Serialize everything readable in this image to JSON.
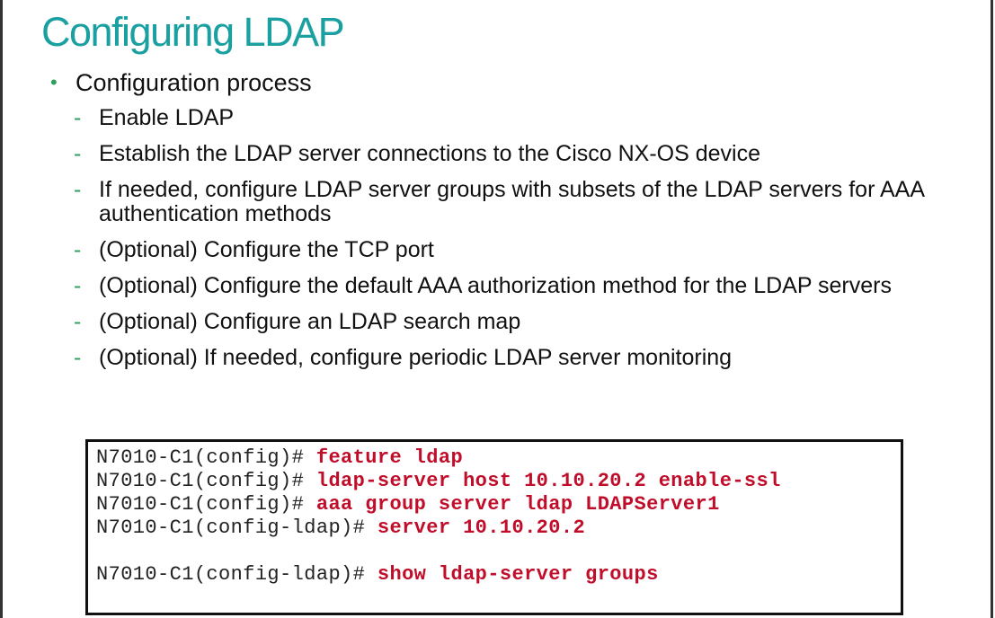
{
  "slide": {
    "title": "Configuring LDAP",
    "bullet": {
      "marker": "•",
      "text": "Configuration process"
    },
    "sub_marker": "-",
    "sub_items": [
      "Enable LDAP",
      "Establish the LDAP server connections to the Cisco NX-OS device",
      "If needed, configure LDAP server groups with subsets of the LDAP servers for AAA authentication methods",
      "(Optional) Configure the TCP port",
      "(Optional) Configure the default AAA authorization method for the LDAP servers",
      "(Optional) Configure an LDAP search map",
      "(Optional) If needed, configure periodic LDAP server monitoring"
    ]
  },
  "code": {
    "lines": [
      {
        "prompt": "N7010-C1(config)# ",
        "command": "feature ldap"
      },
      {
        "prompt": "N7010-C1(config)# ",
        "command": "ldap-server host 10.10.20.2 enable-ssl"
      },
      {
        "prompt": "N7010-C1(config)# ",
        "command": "aaa group server ldap LDAPServer1"
      },
      {
        "prompt": "N7010-C1(config-ldap)# ",
        "command": "server 10.10.20.2"
      },
      {
        "prompt": "",
        "command": ""
      },
      {
        "prompt": "N7010-C1(config-ldap)# ",
        "command": "show ldap-server groups"
      }
    ]
  },
  "colors": {
    "title": "#1aa0a0",
    "bullet_marker": "#2e9e5a",
    "command": "#c00d2a",
    "prompt": "#222222"
  }
}
